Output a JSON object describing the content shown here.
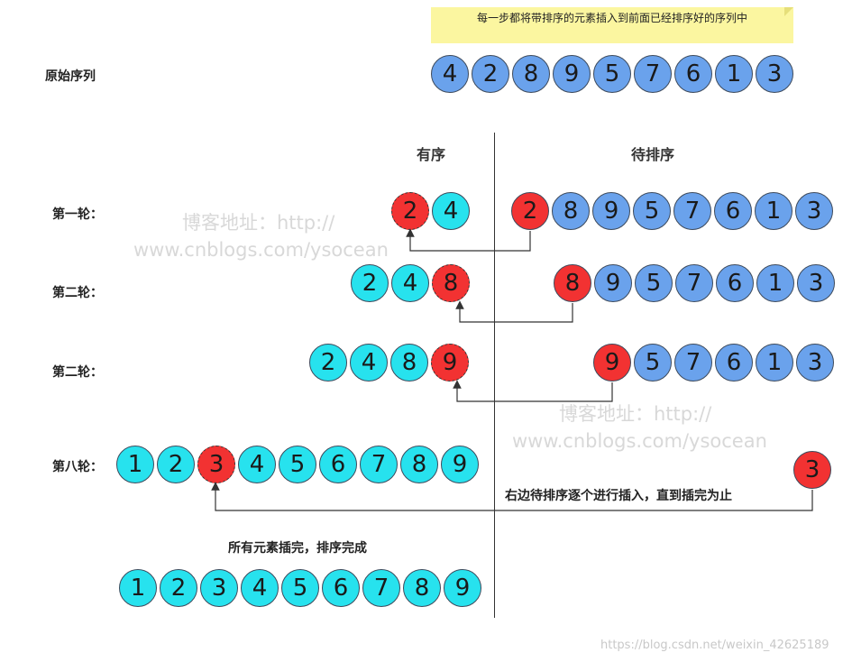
{
  "note": "每一步都将带排序的元素插入到前面已经排序好的序列中",
  "labels": {
    "original": "原始序列",
    "round1": "第一轮：",
    "round2": "第二轮：",
    "round3": "第二轮：",
    "round8": "第八轮："
  },
  "headers": {
    "sorted": "有序",
    "unsorted": "待排序"
  },
  "watermark": {
    "line1": "博客地址：http://",
    "line2": "www.cnblogs.com/ysocean"
  },
  "captions": {
    "remaining": "右边待排序逐个进行插入，直到插完为止",
    "done": "所有元素插完，排序完成"
  },
  "credit": "https://blog.csdn.net/weixin_42625189",
  "rows": {
    "original": [
      4,
      2,
      8,
      9,
      5,
      7,
      6,
      1,
      3
    ],
    "r1_left": [
      2,
      4
    ],
    "r1_right": [
      2,
      8,
      9,
      5,
      7,
      6,
      1,
      3
    ],
    "r2_left": [
      2,
      4,
      8
    ],
    "r2_right": [
      8,
      9,
      5,
      7,
      6,
      1,
      3
    ],
    "r3_left": [
      2,
      4,
      8,
      9
    ],
    "r3_right": [
      9,
      5,
      7,
      6,
      1,
      3
    ],
    "r8_left": [
      1,
      2,
      3,
      4,
      5,
      6,
      7,
      8,
      9
    ],
    "r8_right": [
      3
    ],
    "final": [
      1,
      2,
      3,
      4,
      5,
      6,
      7,
      8,
      9
    ]
  },
  "colors": {
    "blue": "#6aa2ec",
    "cyan": "#27e2ee",
    "red": "#f23232"
  }
}
